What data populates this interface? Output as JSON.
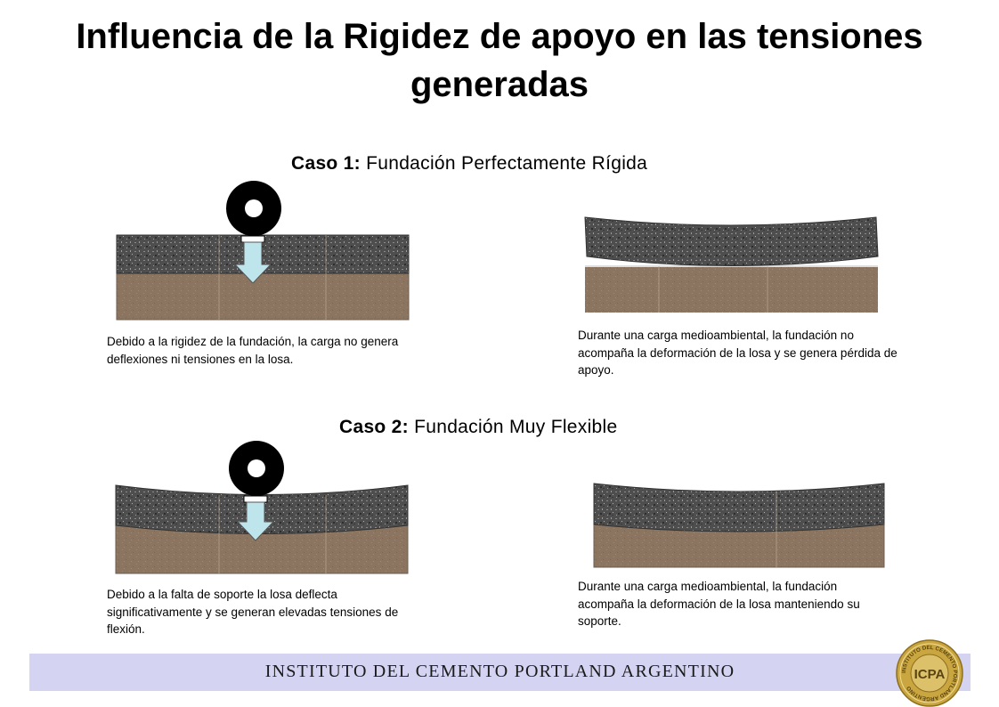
{
  "title": "Influencia de la Rigidez de apoyo en las tensiones generadas",
  "case1": {
    "label": "Caso 1:",
    "name": "Fundación Perfectamente Rígida",
    "caption_left": "Debido a la rigidez de la fundación, la carga no genera deflexiones ni tensiones en la losa.",
    "caption_right": "Durante una carga medioambiental, la fundación no acompaña la deformación de la losa y se genera pérdida de apoyo."
  },
  "case2": {
    "label": "Caso 2:",
    "name": "Fundación Muy Flexible",
    "caption_left": "Debido a la falta de soporte la losa deflecta significativamente y se generan elevadas tensiones de flexión.",
    "caption_right": "Durante una carga medioambiental, la fundación acompaña la deformación de la losa manteniendo su soporte."
  },
  "footer": {
    "text": "INSTITUTO DEL CEMENTO PORTLAND ARGENTINO",
    "seal_text": "ICPA",
    "seal_ring_text": "INSTITUTO DEL CEMENTO PORTLAND ARGENTINO"
  },
  "colors": {
    "slab": "#4e4e4e",
    "soil": "#8b7560",
    "arrow": "#bfe5ec",
    "footer_band": "#d4d4f2",
    "seal_gold": "#c9a640"
  }
}
